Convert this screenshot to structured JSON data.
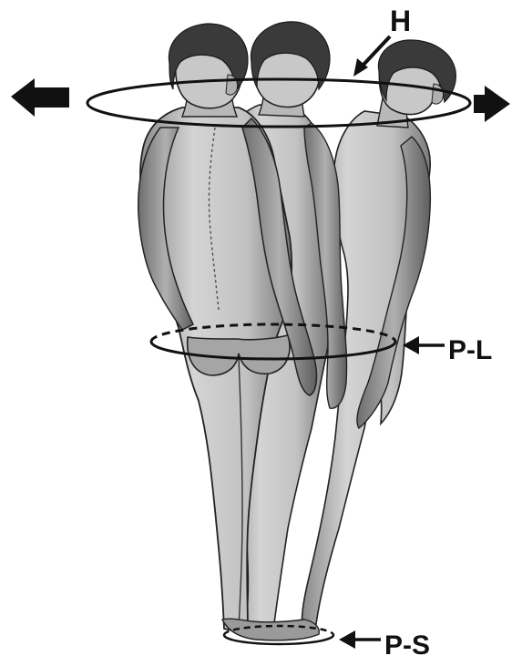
{
  "labels": {
    "head_plane": "H",
    "pelvis_plane": "P-L",
    "foot_plane": "P-S"
  },
  "colors": {
    "ink": "#111111",
    "background": "#ffffff",
    "figure_fill": "#cfcfcf",
    "figure_shade": "#a8a8a8",
    "hair": "#3a3a3a"
  }
}
